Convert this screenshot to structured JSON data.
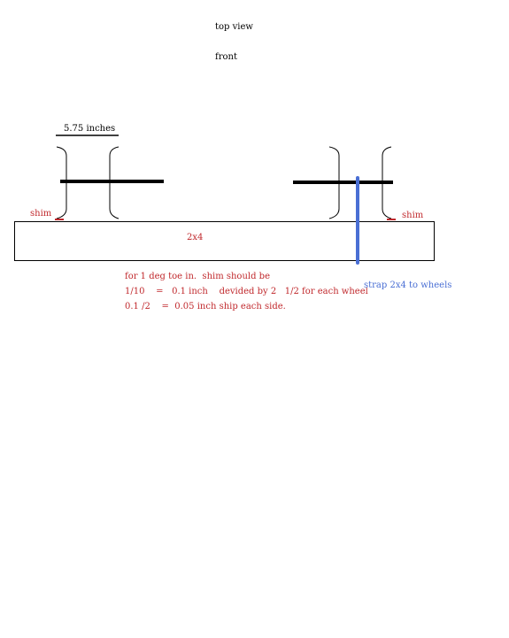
{
  "labels": {
    "top_view": "top view",
    "front": "front",
    "width": "5.75 inches",
    "shim_left": "shim",
    "shim_right": "shim",
    "board": "2x4",
    "strap": "strap 2x4 to wheels"
  },
  "notes": {
    "line1": "for 1 deg toe in.  shim should be",
    "line2": "1/10    =   0.1 inch    devided by 2   1/2 for each wheel",
    "line3": "0.1 /2    =  0.05 inch ship each side."
  },
  "colors": {
    "ink": "#000000",
    "annotation": "#c0282c",
    "strap": "#4a6fd4"
  }
}
